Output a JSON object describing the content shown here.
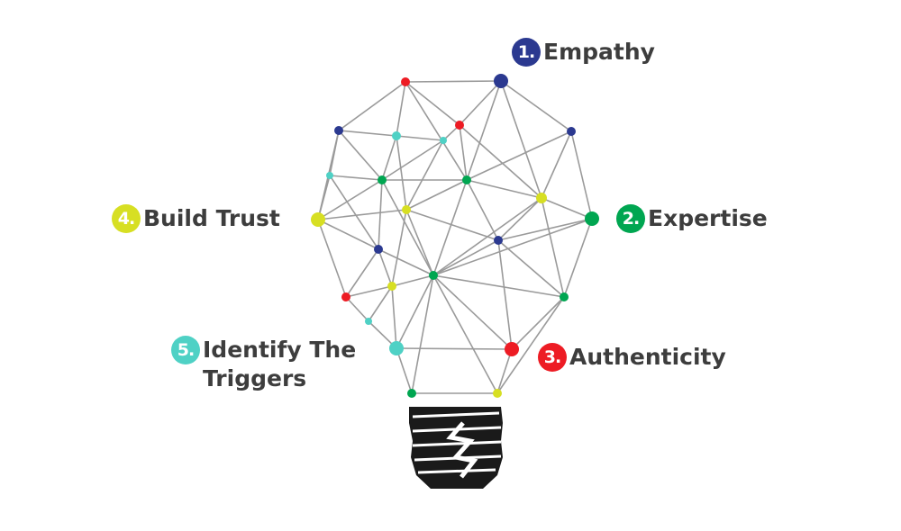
{
  "colors": {
    "navy": "#2b3990",
    "green": "#00a651",
    "red": "#ed1c24",
    "yellow": "#d7df23",
    "teal": "#4fd1c5",
    "line": "#9a9a9a",
    "base": "#1a1a1a",
    "text": "#3d3d3d"
  },
  "items": [
    {
      "number": "1.",
      "lines": [
        "Empathy"
      ],
      "color": "#2b3990"
    },
    {
      "number": "2.",
      "lines": [
        "Expertise"
      ],
      "color": "#00a651"
    },
    {
      "number": "3.",
      "lines": [
        "Authenticity"
      ],
      "color": "#ed1c24"
    },
    {
      "number": "4.",
      "lines": [
        "Build Trust"
      ],
      "color": "#d7df23"
    },
    {
      "number": "5.",
      "lines": [
        "Identify The",
        "Triggers"
      ],
      "color": "#4fd1c5"
    }
  ],
  "icon": "lightbulb-network-icon"
}
